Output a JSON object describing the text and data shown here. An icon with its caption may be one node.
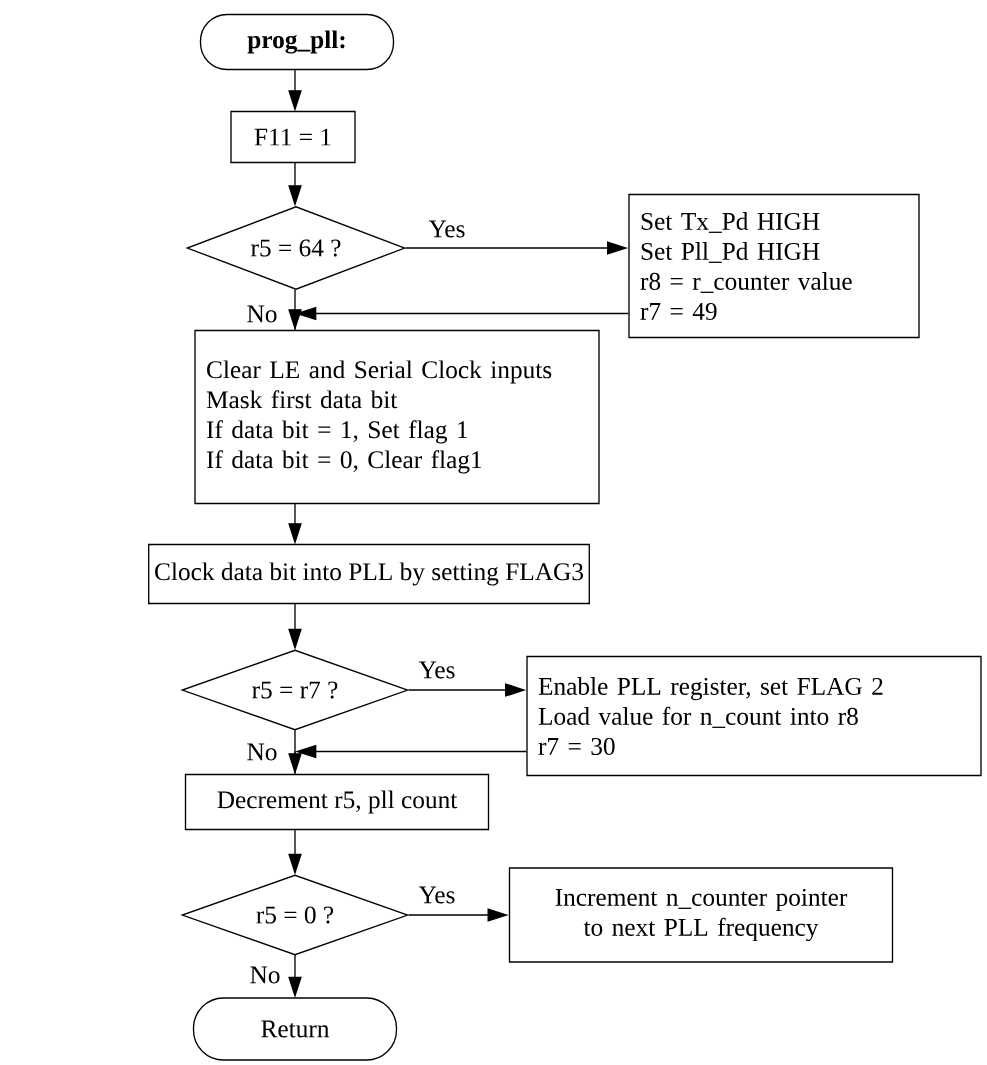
{
  "diagram": {
    "nodes": [
      {
        "text": [
          "prog_pll:"
        ]
      },
      {
        "text": [
          "F11 = 1"
        ]
      },
      {
        "text": [
          "r5 = 64 ?"
        ]
      },
      {
        "text": [
          "Set Tx_Pd HIGH",
          "Set Pll_Pd HIGH",
          "r8 = r_counter value",
          "r7 = 49"
        ]
      },
      {
        "text": [
          "Clear LE and Serial Clock inputs",
          "Mask first data bit",
          "If data bit = 1, Set flag 1",
          "If data bit = 0, Clear flag1"
        ]
      },
      {
        "text": [
          "Clock data bit into PLL by setting FLAG3"
        ]
      },
      {
        "text": [
          "r5 = r7 ?"
        ]
      },
      {
        "text": [
          "Enable PLL register, set FLAG 2",
          "Load value for n_count into r8",
          "r7 = 30"
        ]
      },
      {
        "text": [
          "Decrement r5, pll count"
        ]
      },
      {
        "text": [
          "r5 = 0 ?"
        ]
      },
      {
        "text": [
          "Increment n_counter pointer to next PLL frequency"
        ]
      },
      {
        "text": [
          "Return"
        ]
      }
    ],
    "edges": [
      {
        "from": 0,
        "to": 1,
        "arrow": "to"
      },
      {
        "from": 1,
        "to": 2,
        "arrow": "to"
      },
      {
        "from": 2,
        "to": 3,
        "arrow": "to",
        "label": "Yes"
      },
      {
        "from": 2,
        "to": 4,
        "arrow": "to",
        "label": "No"
      },
      {
        "from": 3,
        "to": 4,
        "arrow": "to"
      },
      {
        "from": 4,
        "to": 5,
        "arrow": "to"
      },
      {
        "from": 5,
        "to": 6,
        "arrow": "to"
      },
      {
        "from": 6,
        "to": 7,
        "arrow": "to",
        "label": "Yes"
      },
      {
        "from": 6,
        "to": 8,
        "arrow": "to",
        "label": "No"
      },
      {
        "from": 7,
        "to": 8,
        "arrow": "to"
      },
      {
        "from": 8,
        "to": 9,
        "arrow": "to"
      },
      {
        "from": 9,
        "to": 10,
        "arrow": "to",
        "label": "Yes"
      },
      {
        "from": 9,
        "to": 11,
        "arrow": "to",
        "label": "No"
      }
    ]
  }
}
